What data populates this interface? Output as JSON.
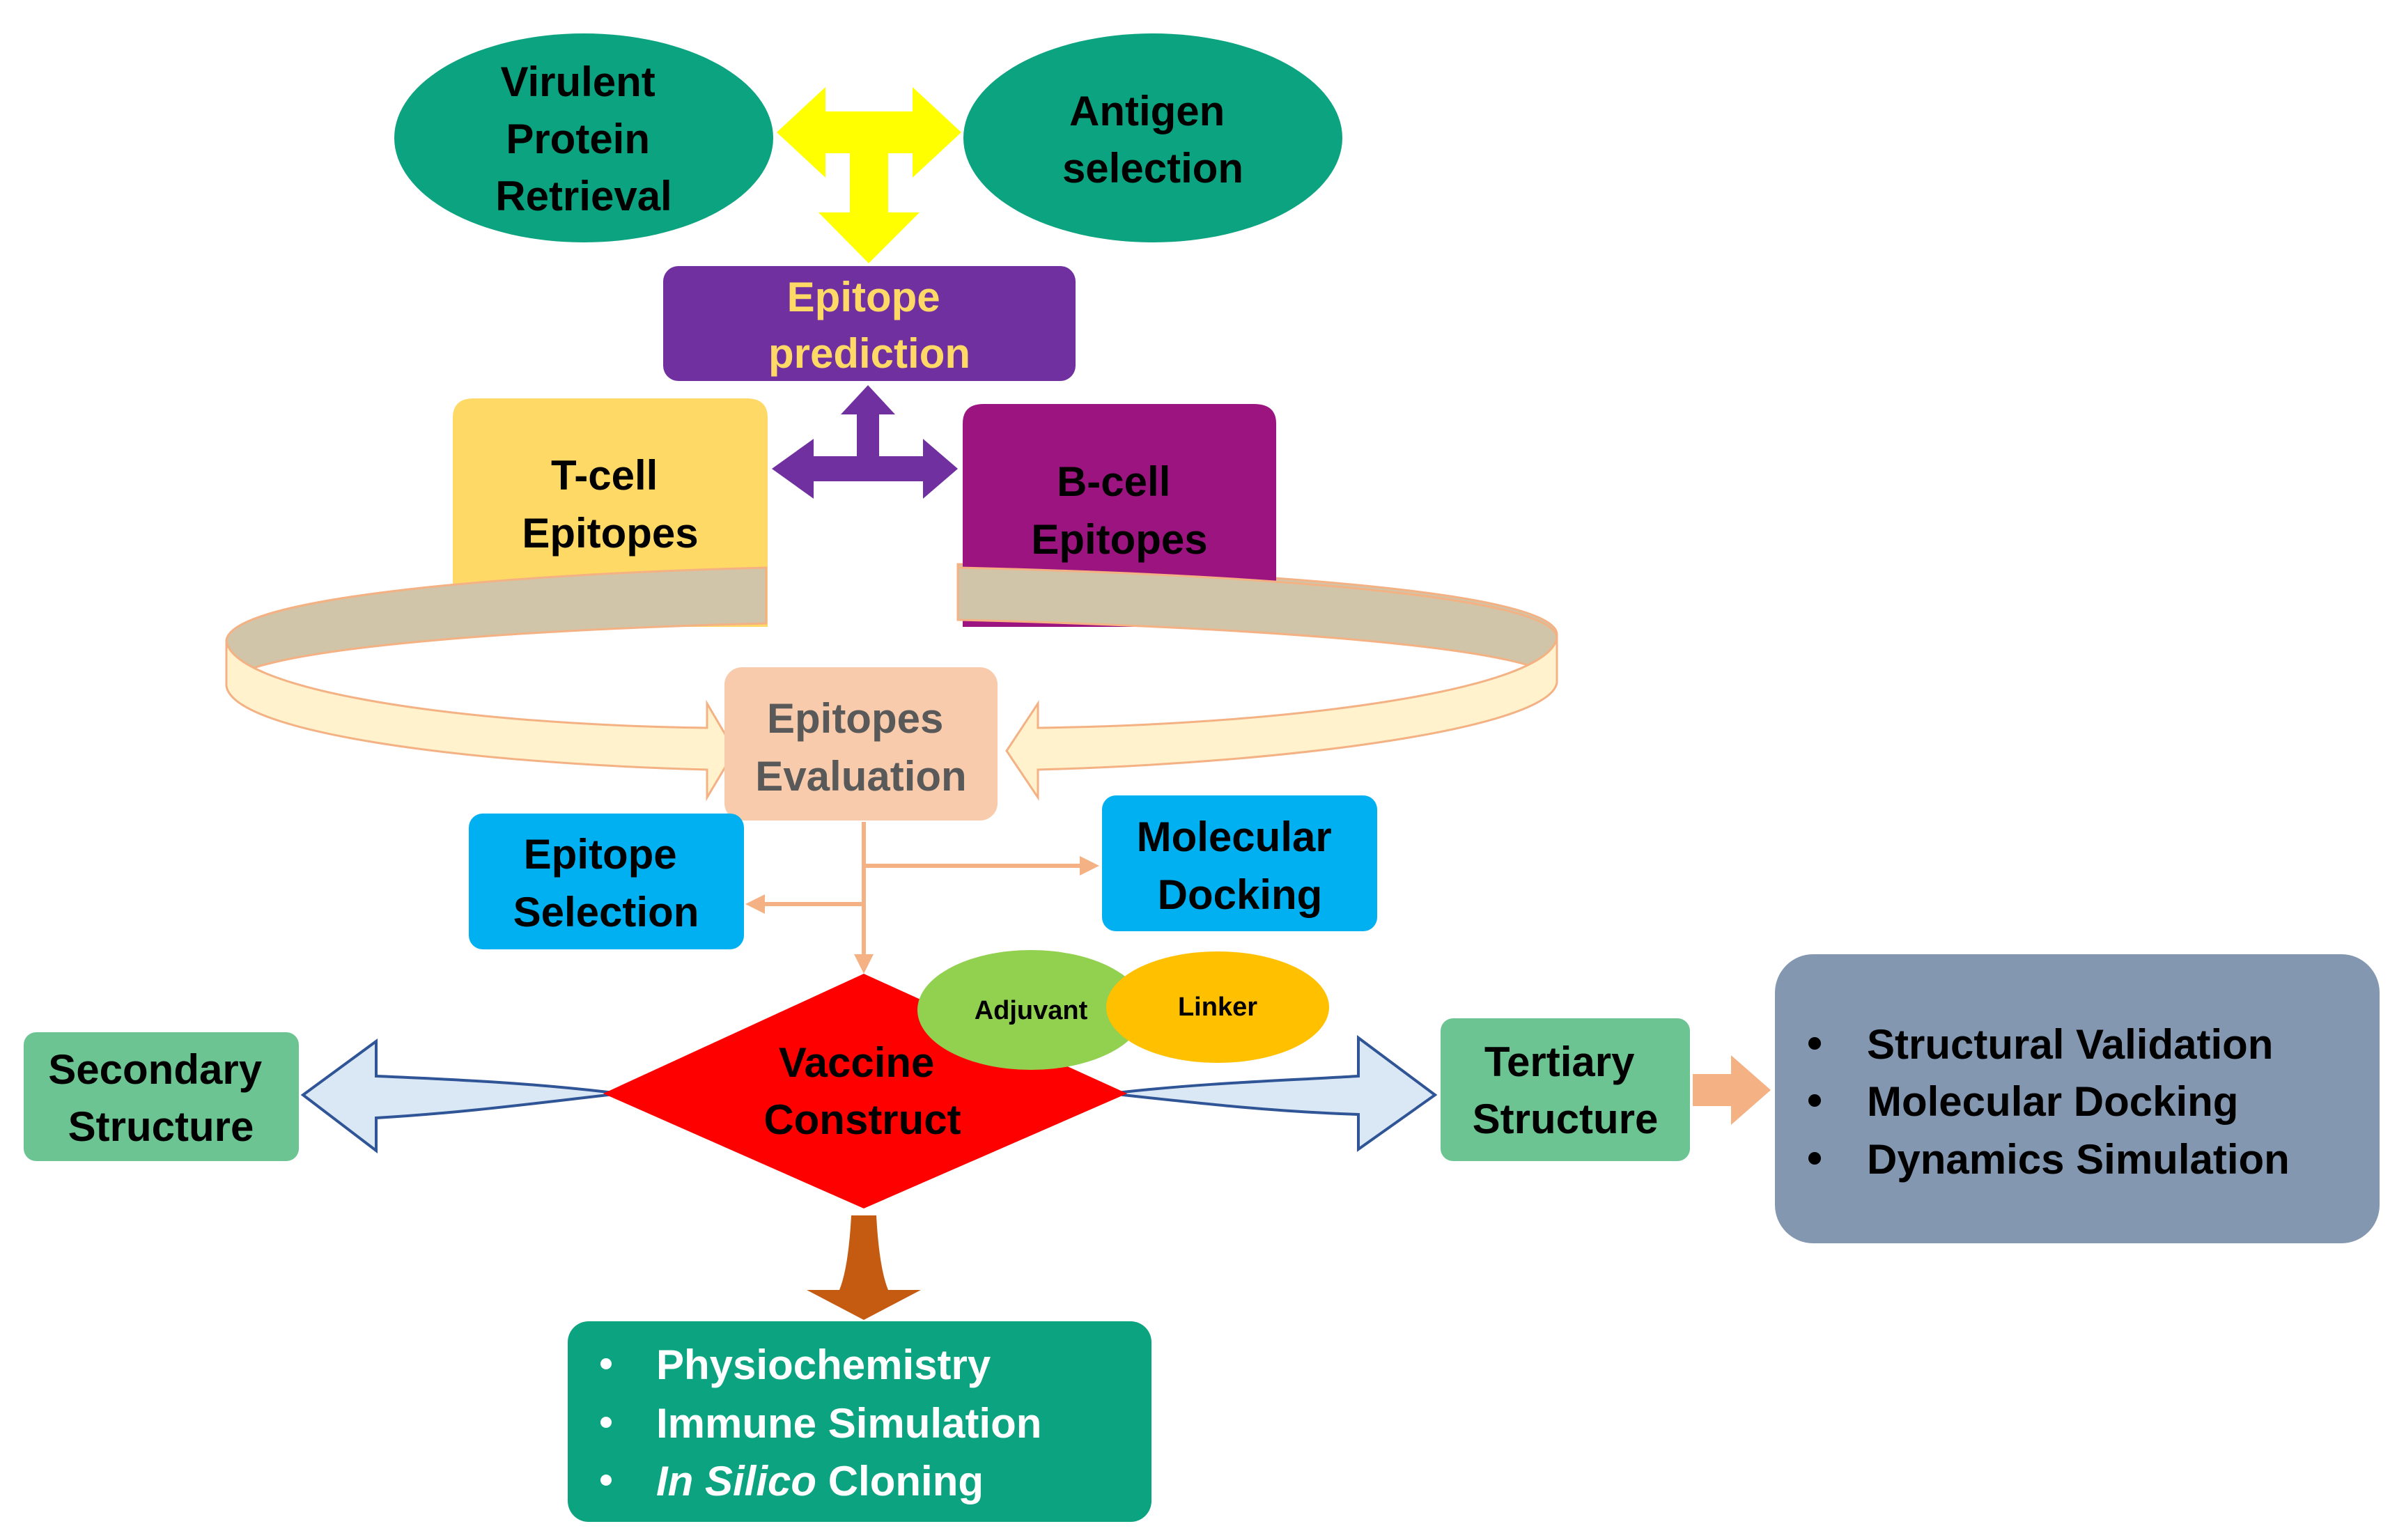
{
  "nodes": {
    "virulent_protein": {
      "lines": [
        "Virulent",
        "Protein",
        "Retrieval"
      ],
      "fill": "#0ca381"
    },
    "antigen_selection": {
      "lines": [
        "Antigen",
        "selection"
      ],
      "fill": "#0ca381"
    },
    "epitope_prediction": {
      "lines": [
        "Epitope",
        "prediction"
      ],
      "fill": "#7030a0",
      "text_color": "#ffd966"
    },
    "t_cell": {
      "lines": [
        "T-cell",
        "Epitopes"
      ],
      "fill": "#ffd966"
    },
    "b_cell": {
      "lines": [
        "B-cell",
        "Epitopes"
      ],
      "fill": "#9c1480"
    },
    "epitopes_evaluation": {
      "lines": [
        "Epitopes",
        "Evaluation"
      ],
      "fill": "#f8cbad",
      "text_color": "#595959"
    },
    "epitope_selection": {
      "lines": [
        "Epitope",
        "Selection"
      ],
      "fill": "#00b0f0"
    },
    "molecular_docking": {
      "lines": [
        "Molecular",
        "Docking"
      ],
      "fill": "#00b0f0"
    },
    "vaccine_construct": {
      "lines": [
        "Vaccine",
        "Construct"
      ],
      "fill": "#ff0000"
    },
    "adjuvant": {
      "label": "Adjuvant",
      "fill": "#92d050"
    },
    "linker": {
      "label": "Linker",
      "fill": "#ffc000"
    },
    "secondary_structure": {
      "lines": [
        "Secondary",
        "Structure"
      ],
      "fill": "#6cc493"
    },
    "tertiary_structure": {
      "lines": [
        "Tertiary",
        "Structure"
      ],
      "fill": "#6cc493"
    },
    "validation_box": {
      "items": [
        "Structural Validation",
        "Molecular Docking",
        "Dynamics Simulation"
      ],
      "fill": "#8497b0"
    },
    "analysis_box": {
      "items": [
        "Physiochemistry",
        "Immune Simulation"
      ],
      "cloning_italic": "In Silico",
      "cloning_rest": " Cloning",
      "fill": "#0ca381",
      "text_color": "#ffffff"
    }
  },
  "colors": {
    "yellow_arrow": "#ffff00",
    "purple_arrow": "#7030a0",
    "band_dark": "#d0c5a8",
    "band_light": "#fff2cc",
    "band_stroke": "#f4b183",
    "connector": "#f4b183",
    "side_arrow": "#dae8f5",
    "side_arrow_stroke": "#2f5597",
    "down_arrow": "#c55a11",
    "right_arrow": "#f4b183"
  }
}
